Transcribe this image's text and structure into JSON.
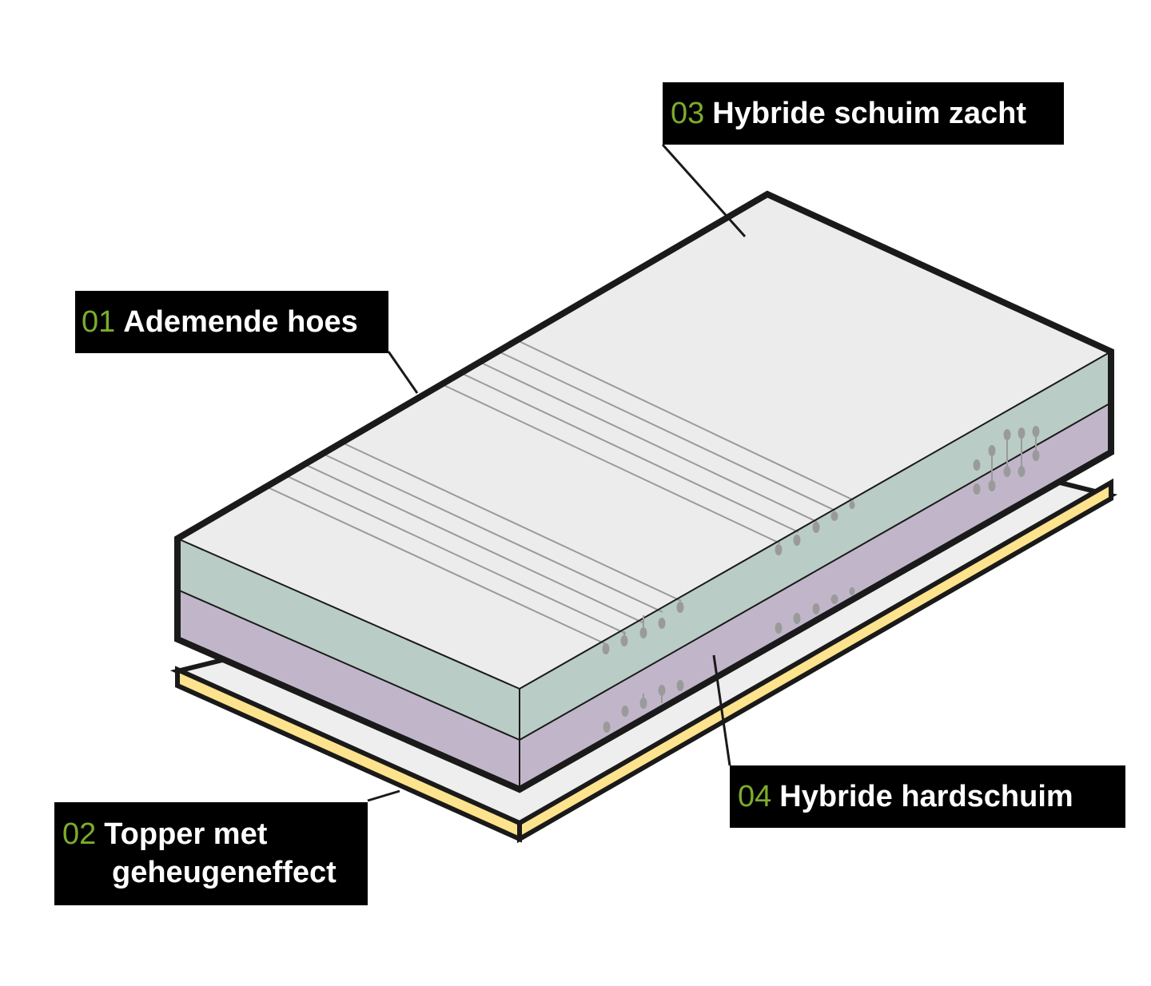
{
  "colors": {
    "number": "#7dac2c",
    "label_background": "#000000",
    "label_text": "#ffffff",
    "top_surface": "#ececec",
    "soft_foam_layer": "#b9ccc5",
    "hard_foam_layer": "#c1b6c9",
    "topper_side": "#fde38d",
    "outline": "#1a1a1a",
    "quilting_lines": "#999999",
    "stitch_marks": "#9a9a9a"
  },
  "labels": {
    "l01": {
      "number": "01",
      "text": "Ademende hoes"
    },
    "l02": {
      "number": "02",
      "text_line1": "Topper met",
      "text_line2": "geheugeneffect"
    },
    "l03": {
      "number": "03",
      "text": "Hybride schuim zacht"
    },
    "l04": {
      "number": "04",
      "text": "Hybride hardschuim"
    }
  }
}
